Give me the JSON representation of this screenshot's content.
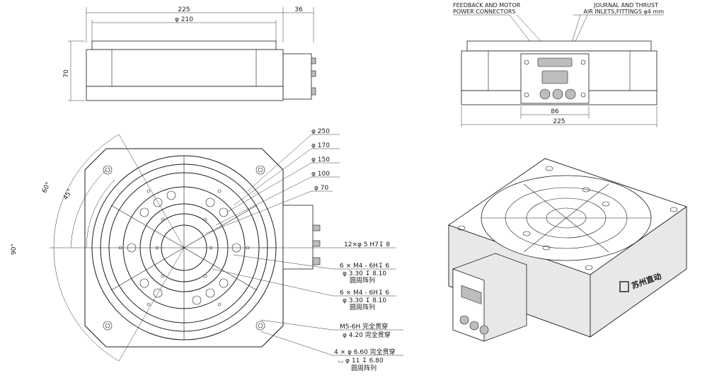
{
  "top_view": {
    "width_label": "225",
    "connector_depth_label": "36",
    "diameter_label": "φ 210",
    "height_label": "70"
  },
  "front_view": {
    "feedback_label_1": "FEEDBACK AND MOTOR",
    "feedback_label_2": "POWER CONNECTORS",
    "air_label_1": "JOURNAL AND THRUST",
    "air_label_2": "AIR INLETS,FITTINGS φ4 mm",
    "panel_width_label": "86",
    "overall_width_label": "225"
  },
  "plan_view": {
    "diameters": [
      "φ 250",
      "φ 170",
      "φ 150",
      "φ 100",
      "φ 70"
    ],
    "angle_90": "90°",
    "angle_60": "60°",
    "angle_45": "45°",
    "callout_1": "12×φ 5 H7↧ 8",
    "callout_2_line1": "6 × M4 - 6H↧ 6",
    "callout_2_line2": "φ 3.30 ↧ 8.10",
    "callout_2_line3": "圆周阵列",
    "callout_3_line1": "6 × M4 - 6H↧ 6",
    "callout_3_line2": "φ 3.30 ↧ 8.10",
    "callout_3_line3": "圆周阵列",
    "callout_4_line1": "M5-6H 完全贯穿",
    "callout_4_line2": "φ 4.20 完全贯穿",
    "callout_5_line1": "4 × φ 6.60 完全贯穿",
    "callout_5_line2": "⌴ φ 11 ↧ 6.80",
    "callout_5_line3": "圆周阵列"
  },
  "iso_view": {
    "brand_mark": "苏州直动"
  }
}
